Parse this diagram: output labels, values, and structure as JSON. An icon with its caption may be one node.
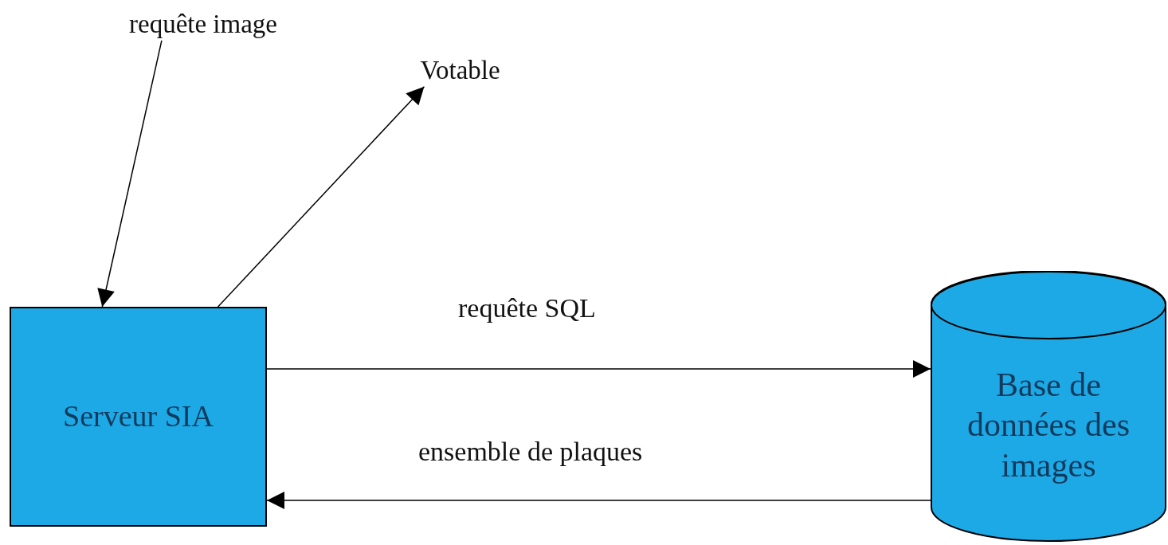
{
  "diagram": {
    "nodes": [
      {
        "text": [
          "requête image"
        ]
      },
      {
        "text": [
          "Votable"
        ]
      },
      {
        "text": [
          "Serveur SIA"
        ]
      },
      {
        "text": [
          "Base de données des images"
        ]
      }
    ],
    "edges": [
      {
        "from": 0,
        "to": 2,
        "arrow": "to"
      },
      {
        "from": 2,
        "to": 1,
        "arrow": "to"
      },
      {
        "from": 2,
        "to": 3,
        "arrow": "to",
        "label": "requête SQL"
      },
      {
        "from": 3,
        "to": 2,
        "arrow": "to",
        "label": "ensemble de plaques"
      }
    ]
  }
}
